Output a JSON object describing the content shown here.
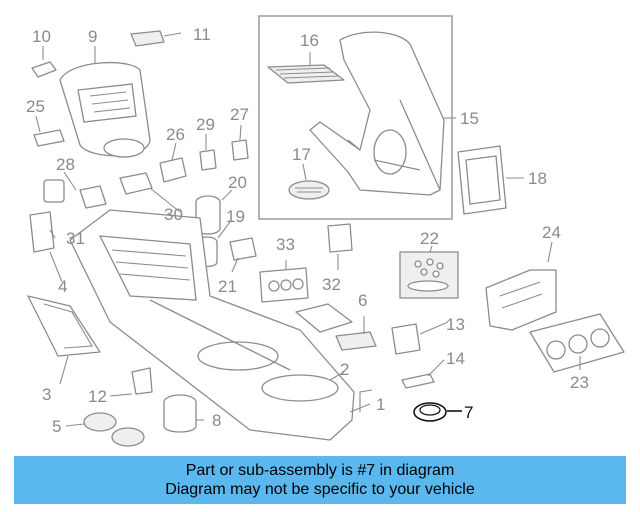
{
  "callouts": {
    "n1": "1",
    "n2": "2",
    "n3": "3",
    "n4": "4",
    "n5": "5",
    "n6": "6",
    "n7": "7",
    "n8": "8",
    "n9": "9",
    "n10": "10",
    "n11": "11",
    "n12": "12",
    "n13": "13",
    "n14": "14",
    "n15": "15",
    "n16": "16",
    "n17": "17",
    "n18": "18",
    "n19": "19",
    "n20": "20",
    "n21": "21",
    "n22": "22",
    "n23": "23",
    "n24": "24",
    "n25": "25",
    "n26": "26",
    "n27": "27",
    "n28": "28",
    "n29": "29",
    "n30": "30",
    "n31": "31",
    "n32": "32",
    "n33": "33"
  },
  "highlighted_part": "7",
  "banner": {
    "line1": "Part or sub-assembly is #7 in diagram",
    "line2": "Diagram may not be specific to your vehicle",
    "color": "#5bb8ee"
  }
}
